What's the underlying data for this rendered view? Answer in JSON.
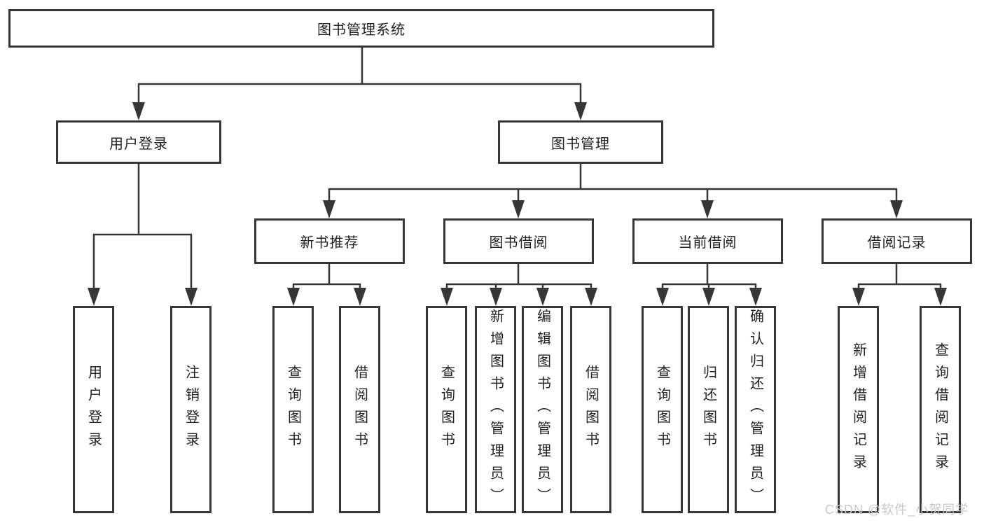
{
  "tree": {
    "root": {
      "label": "图书管理系统"
    },
    "branches": [
      {
        "label": "用户登录",
        "children": [
          {
            "label": "用户登录"
          },
          {
            "label": "注销登录"
          }
        ]
      },
      {
        "label": "图书管理",
        "groups": [
          {
            "label": "新书推荐",
            "children": [
              {
                "label": "查询图书"
              },
              {
                "label": "借阅图书"
              }
            ]
          },
          {
            "label": "图书借阅",
            "children": [
              {
                "label": "查询图书"
              },
              {
                "label": "新增图书（管理员）"
              },
              {
                "label": "编辑图书（管理员）"
              },
              {
                "label": "借阅图书"
              }
            ]
          },
          {
            "label": "当前借阅",
            "children": [
              {
                "label": "查询图书"
              },
              {
                "label": "归还图书"
              },
              {
                "label": "确认归还（管理员）"
              }
            ]
          },
          {
            "label": "借阅记录",
            "children": [
              {
                "label": "新增借阅记录"
              },
              {
                "label": "查询借阅记录"
              }
            ]
          }
        ]
      }
    ]
  },
  "watermark": {
    "text": "CSDN @软件_小贺同学"
  },
  "colors": {
    "line": "#363636",
    "box_border": "#363636",
    "text": "#232323",
    "watermark": "#c9c9c9",
    "background": "#ffffff"
  }
}
